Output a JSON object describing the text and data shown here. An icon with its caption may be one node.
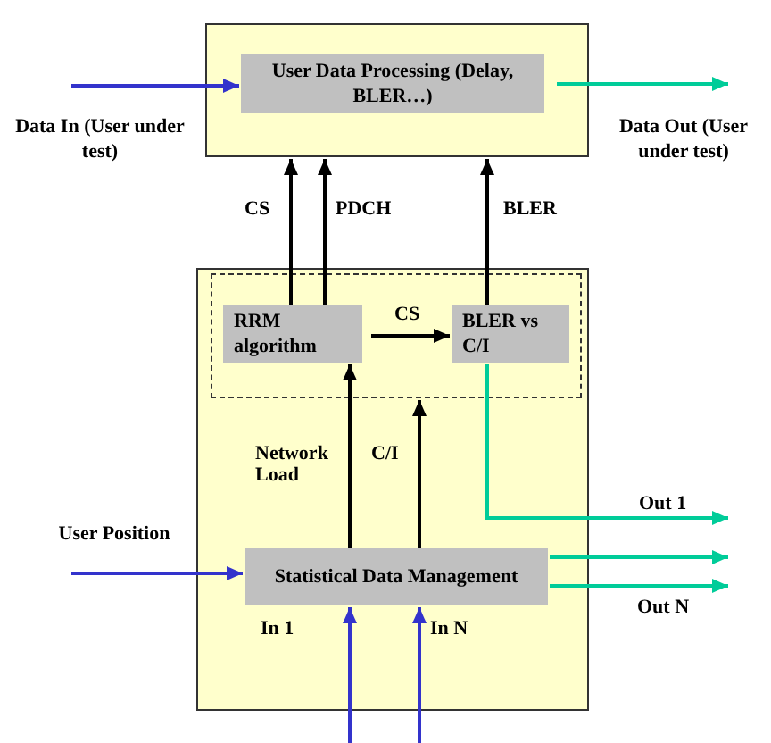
{
  "diagram": {
    "nodes": [
      {
        "text": [],
        "shape": "box"
      },
      {
        "text": [
          "User Data Processing (Delay, BLER…)"
        ],
        "in": 0
      },
      {
        "text": [
          "Data In (User under test)"
        ]
      },
      {
        "text": [
          "Data Out (User under test)"
        ]
      },
      {
        "text": [],
        "shape": "box"
      },
      {
        "text": [],
        "shape": "box",
        "in": 4
      },
      {
        "text": [
          "RRM algorithm"
        ],
        "in": 5
      },
      {
        "text": [
          "BLER vs C/I"
        ],
        "in": 5
      },
      {
        "text": [
          "Statistical Data Management"
        ],
        "in": 4
      },
      {
        "text": [
          "User Position"
        ]
      }
    ],
    "edges": [
      {
        "from": 2,
        "to": 1,
        "arrow": "to",
        "color": "#3333cc"
      },
      {
        "from": 1,
        "to": 3,
        "arrow": "to",
        "color": "#00cc99"
      },
      {
        "from": 6,
        "to": 0,
        "arrow": "to",
        "label": "CS"
      },
      {
        "from": 6,
        "to": 0,
        "arrow": "to",
        "label": "PDCH"
      },
      {
        "from": 7,
        "to": 0,
        "arrow": "to",
        "label": "BLER"
      },
      {
        "from": 6,
        "to": 7,
        "arrow": "to",
        "label": "CS"
      },
      {
        "from": 8,
        "to": 6,
        "arrow": "to",
        "label": "Network Load"
      },
      {
        "from": 8,
        "to": 5,
        "arrow": "to",
        "label": "C/I"
      },
      {
        "from": 7,
        "to": null,
        "arrow": "to",
        "label": "Out 1",
        "color": "#00cc99"
      },
      {
        "from": 8,
        "to": null,
        "arrow": "to",
        "color": "#00cc99"
      },
      {
        "from": 8,
        "to": null,
        "arrow": "to",
        "label": "Out N",
        "color": "#00cc99"
      },
      {
        "from": 9,
        "to": 8,
        "arrow": "to",
        "color": "#3333cc"
      },
      {
        "from": null,
        "to": 8,
        "arrow": "to",
        "label": "In 1",
        "color": "#3333cc"
      },
      {
        "from": null,
        "to": 8,
        "arrow": "to",
        "label": "In N",
        "color": "#3333cc"
      }
    ]
  }
}
